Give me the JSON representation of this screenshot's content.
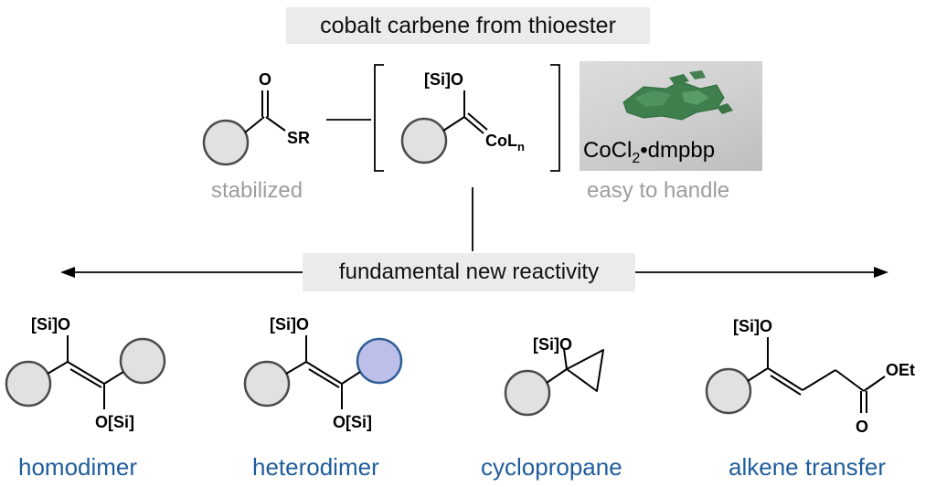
{
  "header": {
    "title": "cobalt carbene from thioester"
  },
  "top_row": {
    "thioester": {
      "atom_o": "O",
      "atom_sr": "SR",
      "caption": "stabilized"
    },
    "carbene": {
      "atom_sio": "[Si]O",
      "atom_co": "CoL",
      "atom_co_sub": "n"
    },
    "photo": {
      "formula_main": "CoCl",
      "formula_sub": "2",
      "formula_rest": "•dmpbp",
      "caption": "easy to handle"
    }
  },
  "middle": {
    "label": "fundamental new reactivity"
  },
  "products": [
    {
      "caption": "homodimer",
      "atom_top": "[Si]O",
      "atom_bottom": "O[Si]"
    },
    {
      "caption": "heterodimer",
      "atom_top": "[Si]O",
      "atom_bottom": "O[Si]"
    },
    {
      "caption": "cyclopropane",
      "atom_top": "[Si]O"
    },
    {
      "caption": "alkene transfer",
      "atom_top": "[Si]O",
      "atom_oet": "OEt",
      "atom_o": "O"
    }
  ],
  "colors": {
    "circle_fill": "#e1e1e1",
    "circle_stroke": "#4a4a4a",
    "hetero_fill": "#bdbfe8",
    "hetero_stroke": "#2f5e96",
    "caption_blue": "#1f5d9c",
    "caption_grey": "#9d9d9d",
    "box_bg": "#ebebeb"
  }
}
